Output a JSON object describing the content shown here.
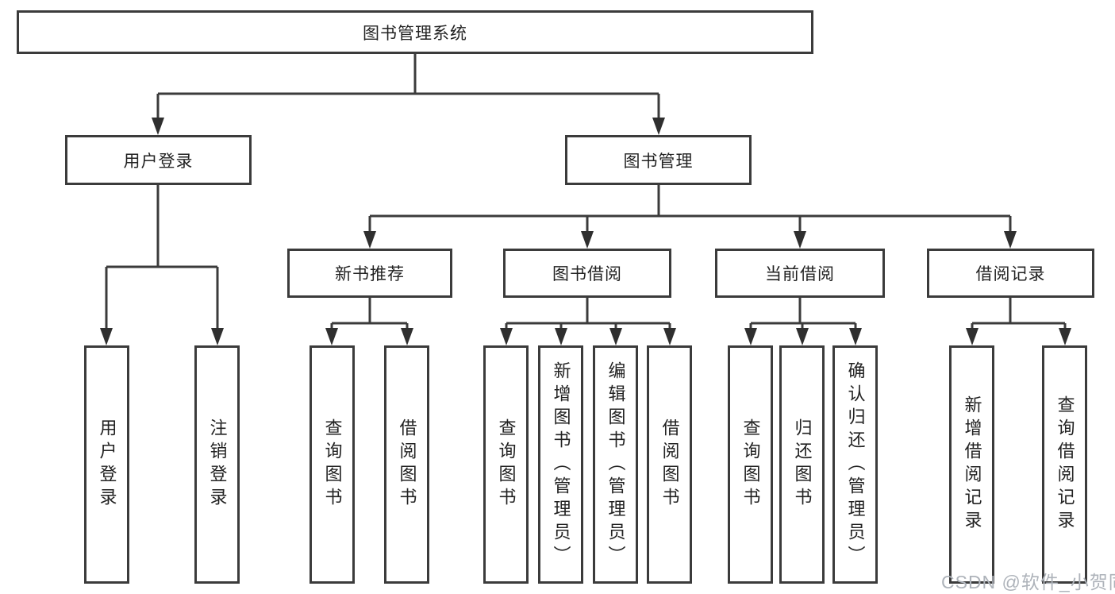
{
  "tree": {
    "label": "图书管理系统",
    "children": [
      {
        "label": "用户登录",
        "children": [
          {
            "label": "用户登录"
          },
          {
            "label": "注销登录"
          }
        ]
      },
      {
        "label": "图书管理",
        "children": [
          {
            "label": "新书推荐",
            "children": [
              {
                "label": "查询图书"
              },
              {
                "label": "借阅图书"
              }
            ]
          },
          {
            "label": "图书借阅",
            "children": [
              {
                "label": "查询图书"
              },
              {
                "label": "新增图书（管理员）"
              },
              {
                "label": "编辑图书（管理员）"
              },
              {
                "label": "借阅图书"
              }
            ]
          },
          {
            "label": "当前借阅",
            "children": [
              {
                "label": "查询图书"
              },
              {
                "label": "归还图书"
              },
              {
                "label": "确认归还（管理员）"
              }
            ]
          },
          {
            "label": "借阅记录",
            "children": [
              {
                "label": "新增借阅记录"
              },
              {
                "label": "查询借阅记录"
              }
            ]
          }
        ]
      }
    ]
  },
  "watermark": {
    "text": "CSDN @软件_小贺同学"
  },
  "colors": {
    "line": "#3b3b3b",
    "box_border": "#3b3b3b",
    "text": "#222222",
    "watermark": "#aeb3ba",
    "background": "#ffffff"
  }
}
